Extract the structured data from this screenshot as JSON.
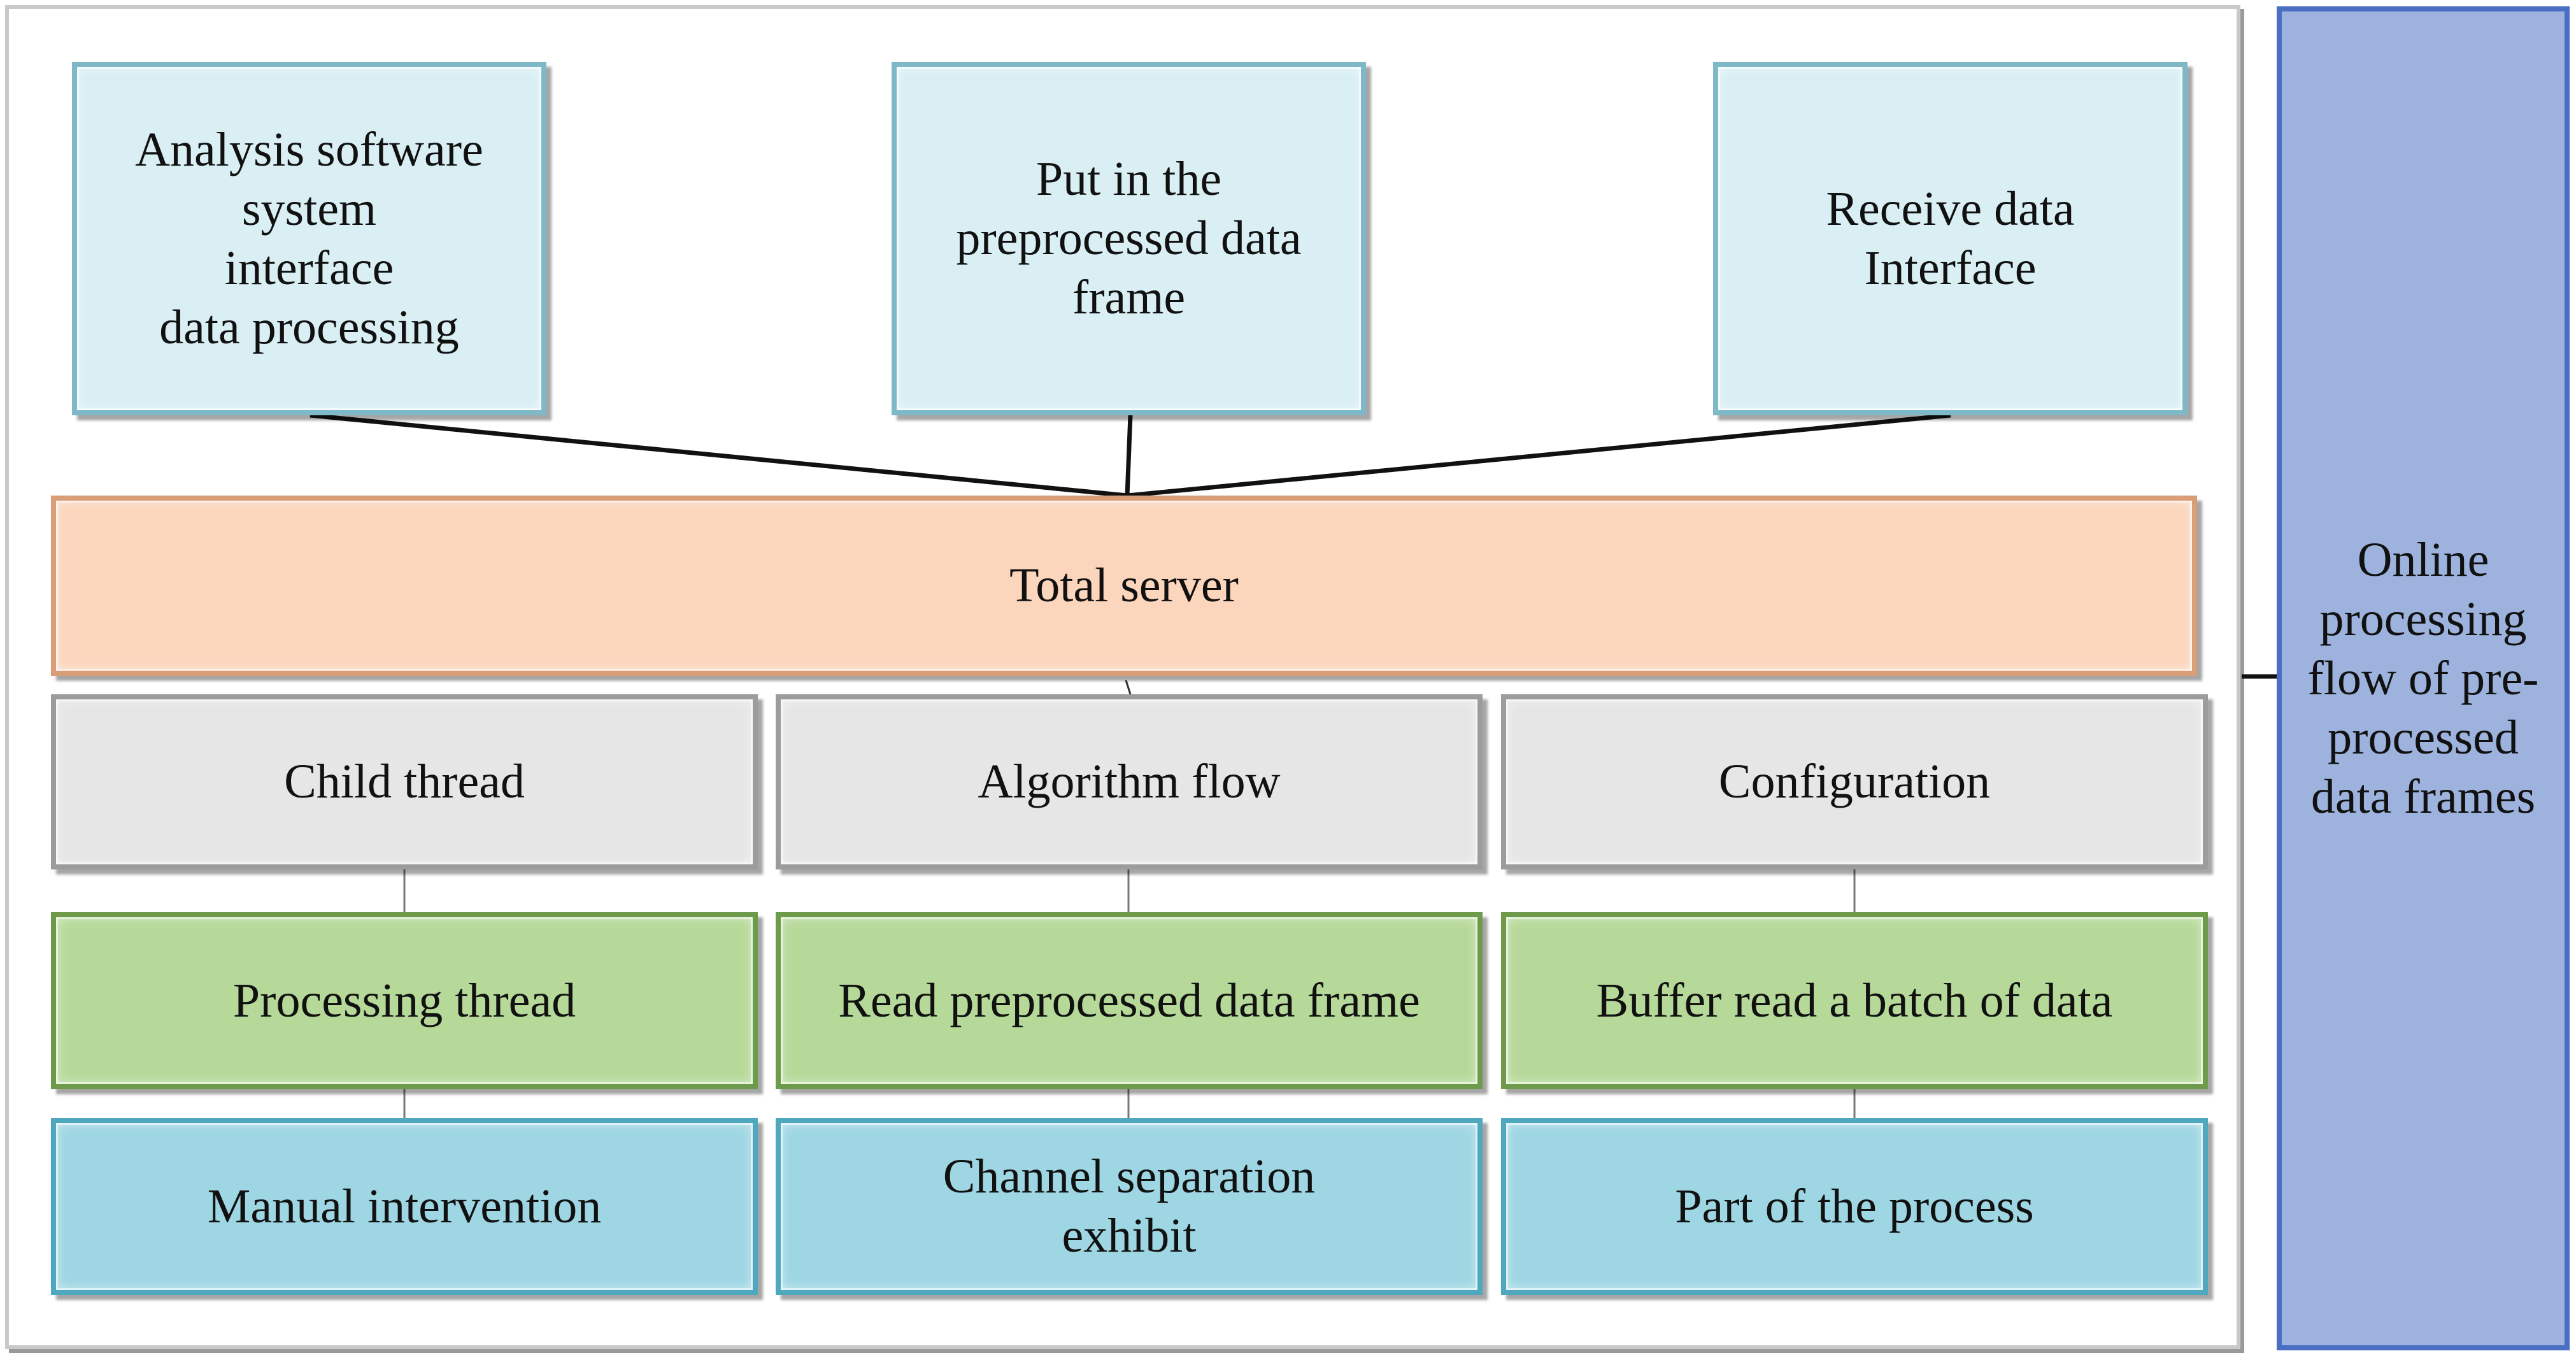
{
  "top_boxes": [
    {
      "label": "Analysis software\nsystem\ninterface\ndata processing"
    },
    {
      "label": "Put in the\npreprocessed data\nframe"
    },
    {
      "label": "Receive data\nInterface"
    }
  ],
  "server": {
    "label": "Total server"
  },
  "rows": {
    "threads": [
      "Child thread",
      "Algorithm flow",
      "Configuration"
    ],
    "processing": [
      "Processing thread",
      "Read preprocessed data frame",
      "Buffer read a batch of data"
    ],
    "outputs": [
      "Manual intervention",
      "Channel separation\nexhibit",
      "Part of the process"
    ]
  },
  "side": {
    "label": "Online\nprocessing\nflow of pre-\nprocessed\ndata frames"
  },
  "colors": {
    "top_fill": "#d9eff4",
    "server_fill": "#fbd5bc",
    "gray_fill": "#e6e6e6",
    "green_fill": "#b6d999",
    "cyan_fill": "#9ed6e3",
    "side_fill": "#9db3dd",
    "side_border": "#4a6ec4"
  }
}
